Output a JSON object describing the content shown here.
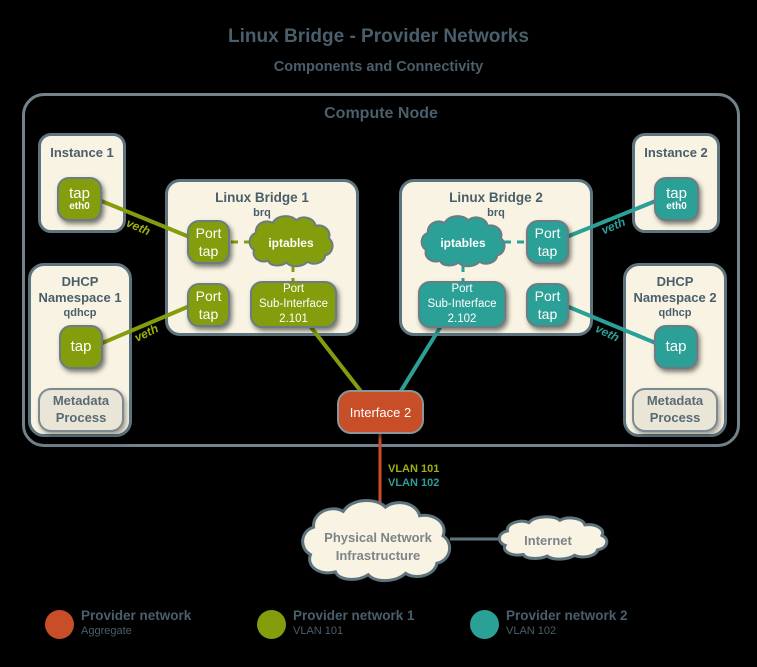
{
  "title": "Linux Bridge - Provider Networks",
  "subtitle": "Components and Connectivity",
  "compute_node": {
    "label": "Compute Node"
  },
  "instance1": {
    "title": "Instance 1",
    "tap_label": "tap",
    "tap_sub": "eth0"
  },
  "instance2": {
    "title": "Instance 2",
    "tap_label": "tap",
    "tap_sub": "eth0"
  },
  "dhcp1": {
    "line1": "DHCP",
    "line2": "Namespace 1",
    "sub": "qdhcp",
    "tap_label": "tap",
    "metadata_line1": "Metadata",
    "metadata_line2": "Process"
  },
  "dhcp2": {
    "line1": "DHCP",
    "line2": "Namespace 2",
    "sub": "qdhcp",
    "tap_label": "tap",
    "metadata_line1": "Metadata",
    "metadata_line2": "Process"
  },
  "bridge1": {
    "title": "Linux Bridge 1",
    "sub": "brq",
    "port_top_line1": "Port",
    "port_top_line2": "tap",
    "iptables": "iptables",
    "port_bottom_line1": "Port",
    "port_bottom_line2": "tap",
    "subif_line1": "Port",
    "subif_line2": "Sub-Interface",
    "subif_line3": "2.101"
  },
  "bridge2": {
    "title": "Linux Bridge 2",
    "sub": "brq",
    "port_top_line1": "Port",
    "port_top_line2": "tap",
    "iptables": "iptables",
    "port_bottom_line1": "Port",
    "port_bottom_line2": "tap",
    "subif_line1": "Port",
    "subif_line2": "Sub-Interface",
    "subif_line3": "2.102"
  },
  "interface2": {
    "label": "Interface 2"
  },
  "veth": "veth",
  "vlan101": "VLAN 101",
  "vlan102": "VLAN 102",
  "clouds": {
    "physical_line1": "Physical Network",
    "physical_line2": "Infrastructure",
    "internet": "Internet"
  },
  "legend": [
    {
      "label": "Provider network",
      "sub": "Aggregate",
      "color": "#c74e26"
    },
    {
      "label": "Provider network 1",
      "sub": "VLAN 101",
      "color": "#849d0d"
    },
    {
      "label": "Provider network 2",
      "sub": "VLAN 102",
      "color": "#2aa096"
    }
  ],
  "colors": {
    "green": "#849d0d",
    "teal": "#2aa096",
    "orange": "#c74e26",
    "cream": "#f8f3e2",
    "metadata_fill": "#e9e6d8",
    "slate_border": "#5d737d",
    "chip_border": "#6b7c84",
    "slate_text": "#4a5f6b",
    "gray_text": "#7c8588",
    "green_text": "#9db00e"
  }
}
